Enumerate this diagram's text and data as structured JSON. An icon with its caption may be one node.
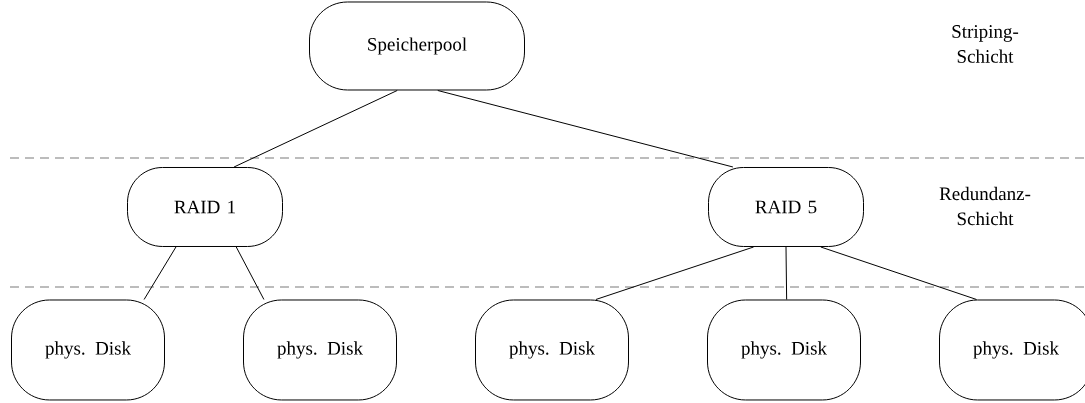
{
  "diagram": {
    "nodes": [
      {
        "text": [
          "Speicherpool"
        ]
      },
      {
        "text": [
          "RAID 1"
        ]
      },
      {
        "text": [
          "RAID 5"
        ]
      },
      {
        "text": [
          "phys. Disk"
        ]
      },
      {
        "text": [
          "phys. Disk"
        ]
      },
      {
        "text": [
          "phys. Disk"
        ]
      },
      {
        "text": [
          "phys. Disk"
        ]
      },
      {
        "text": [
          "phys. Disk"
        ]
      }
    ],
    "edges": [
      {
        "from": 0,
        "to": 1,
        "arrow": "none"
      },
      {
        "from": 0,
        "to": 2,
        "arrow": "none"
      },
      {
        "from": 1,
        "to": 3,
        "arrow": "none"
      },
      {
        "from": 1,
        "to": 4,
        "arrow": "none"
      },
      {
        "from": 2,
        "to": 5,
        "arrow": "none"
      },
      {
        "from": 2,
        "to": 6,
        "arrow": "none"
      },
      {
        "from": 2,
        "to": 7,
        "arrow": "none"
      }
    ],
    "labels": [
      "Striping-Schicht",
      "Redundanz-Schicht"
    ]
  }
}
